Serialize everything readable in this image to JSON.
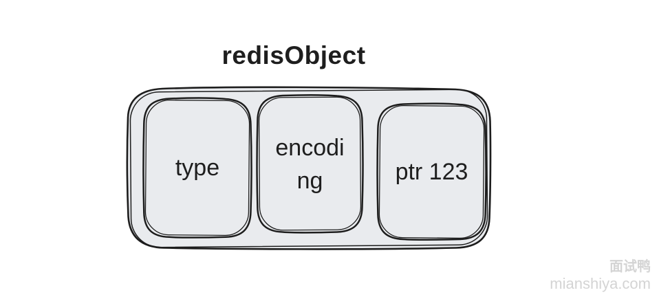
{
  "title": "redisObject",
  "diagram": {
    "boxes": [
      {
        "label": "type",
        "lines": [
          "type"
        ]
      },
      {
        "label": "encoding",
        "lines": [
          "encodi",
          "ng"
        ]
      },
      {
        "label": "ptr 123",
        "lines": [
          "ptr 123"
        ]
      }
    ]
  },
  "watermark": {
    "brand": "面试鸭",
    "site": "mianshiya.com"
  },
  "colors": {
    "box_fill": "#e9ebee",
    "stroke": "#1d1d1d",
    "text": "#1e1e1e",
    "watermark": "#d4d4d4",
    "background": "#ffffff"
  }
}
